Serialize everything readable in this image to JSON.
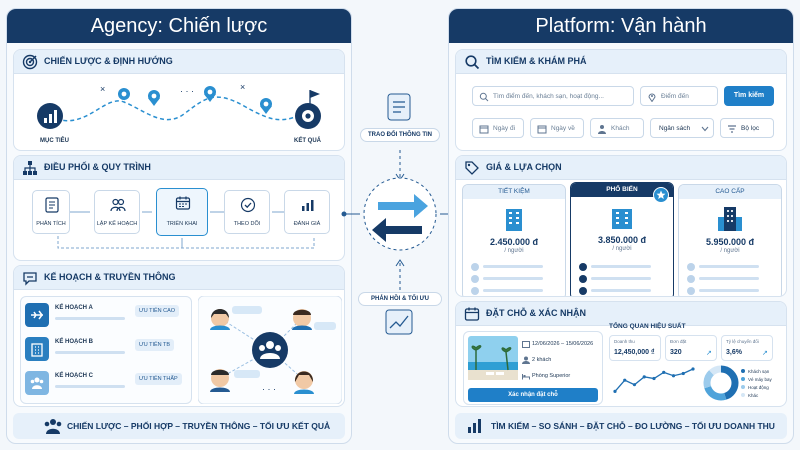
{
  "left": {
    "title": "Agency: Chiến lược",
    "strategy": {
      "title": "CHIẾN LƯỢC & ĐỊNH HƯỚNG",
      "start_label": "MỤC TIÊU",
      "end_label": "KẾT QUẢ"
    },
    "process": {
      "title": "ĐIỀU PHỐI & QUY TRÌNH",
      "steps": [
        "PHÂN TÍCH",
        "LẬP KẾ HOẠCH",
        "TRIỂN KHAI",
        "THEO DÕI",
        "ĐÁNH GIÁ"
      ]
    },
    "comms": {
      "title": "KẾ HOẠCH & TRUYỀN THÔNG",
      "plans": [
        {
          "name": "KẾ HOẠCH A",
          "tag": "ƯU TIÊN CAO"
        },
        {
          "name": "KẾ HOẠCH B",
          "tag": "ƯU TIÊN TB"
        },
        {
          "name": "KẾ HOẠCH C",
          "tag": "ƯU TIÊN THẤP"
        }
      ]
    },
    "footer": "CHIẾN LƯỢC – PHỐI HỢP – TRUYỀN THÔNG – TỐI ƯU KẾT QUẢ"
  },
  "center": {
    "top_label": "TRAO ĐỔI THÔNG TIN",
    "bottom_label": "PHẢN HỒI & TỐI ƯU"
  },
  "right": {
    "title": "Platform: Vận hành",
    "search": {
      "title": "TÌM KIẾM & KHÁM PHÁ",
      "query_placeholder": "Tìm điểm đến, khách sạn, hoạt động...",
      "destination_placeholder": "Điểm đến",
      "search_button": "Tìm kiếm",
      "date_from": "Ngày đi",
      "date_to": "Ngày về",
      "guests": "Khách",
      "budget": "Ngân sách",
      "filter": "Bộ lọc"
    },
    "pricing": {
      "title": "GIÁ & LỰA CHỌN",
      "tiers": [
        {
          "name": "TIẾT KIỆM",
          "price": "2.450.000 đ",
          "unit": "/ người"
        },
        {
          "name": "PHỔ BIẾN",
          "price": "3.850.000 đ",
          "unit": "/ người"
        },
        {
          "name": "CAO CẤP",
          "price": "5.950.000 đ",
          "unit": "/ người"
        }
      ]
    },
    "booking": {
      "title": "ĐẶT CHỖ & XÁC NHẬN",
      "dates": "12/06/2026 – 15/06/2026",
      "guests": "2 khách",
      "room": "Phòng Superior",
      "confirm_button": "Xác nhận đặt chỗ",
      "perf_title": "TỔNG QUAN HIỆU SUẤT",
      "kpis": [
        {
          "label": "Doanh thu",
          "value": "12,450,000 ₫"
        },
        {
          "label": "Đơn đặt",
          "value": "320"
        },
        {
          "label": "Tỷ lệ chuyển đổi",
          "value": "3,6%"
        }
      ],
      "trend_values": [
        1,
        3,
        2.2,
        3.6,
        3.3,
        4.4,
        3.8,
        4.2,
        5
      ],
      "legend": [
        "Khách sạn",
        "Vé máy bay",
        "Hoạt động",
        "Khác"
      ],
      "donut_values": [
        45,
        25,
        18,
        12
      ],
      "donut_colors": [
        "#1f6fb2",
        "#4fa3da",
        "#9ccbec",
        "#d5e7f6"
      ]
    },
    "footer": "TÌM KIẾM – SO SÁNH – ĐẶT CHỖ – ĐO LƯỜNG – TỐI ƯU DOANH THU"
  },
  "colors": {
    "navy": "#163a66",
    "blue": "#1f6fb2",
    "light": "#e6f0fa",
    "accent": "#2a8fd0"
  }
}
